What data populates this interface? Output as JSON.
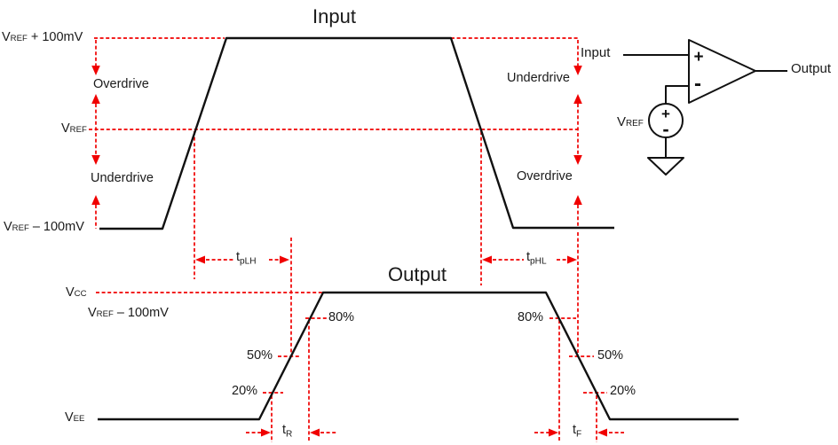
{
  "colors": {
    "waveform": "#111111",
    "annotation": "#f00000",
    "text": "#1a1a1a"
  },
  "input_waveform": {
    "title": "Input",
    "high_label": {
      "base": "V",
      "sub": "REF",
      "rest": " + 100mV"
    },
    "ref_label": {
      "base": "V",
      "sub": "REF"
    },
    "low_label": {
      "base": "V",
      "sub": "REF",
      "rest": " – 100mV"
    },
    "left_overdrive": "Overdrive",
    "left_underdrive": "Underdrive",
    "right_underdrive": "Underdrive",
    "right_overdrive": "Overdrive"
  },
  "output_waveform": {
    "title": "Output",
    "vcc_label": {
      "base": "V",
      "sub": "CC"
    },
    "vref_label": {
      "base": "V",
      "sub": "REF",
      "rest": " – 100mV"
    },
    "vee_label": {
      "base": "V",
      "sub": "EE"
    },
    "rise_80": "80%",
    "rise_50": "50%",
    "rise_20": "20%",
    "fall_80": "80%",
    "fall_50": "50%",
    "fall_20": "20%"
  },
  "timing": {
    "tplh": {
      "base": "t",
      "sub": "pLH"
    },
    "tphl": {
      "base": "t",
      "sub": "pHL"
    },
    "tr": {
      "base": "t",
      "sub": "R"
    },
    "tf": {
      "base": "t",
      "sub": "F"
    }
  },
  "circuit": {
    "input_label": "Input",
    "output_label": "Output",
    "vref_label": {
      "base": "V",
      "sub": "REF"
    },
    "plus_input": "+",
    "minus_input": "-",
    "source_plus": "+",
    "source_minus": "-"
  }
}
